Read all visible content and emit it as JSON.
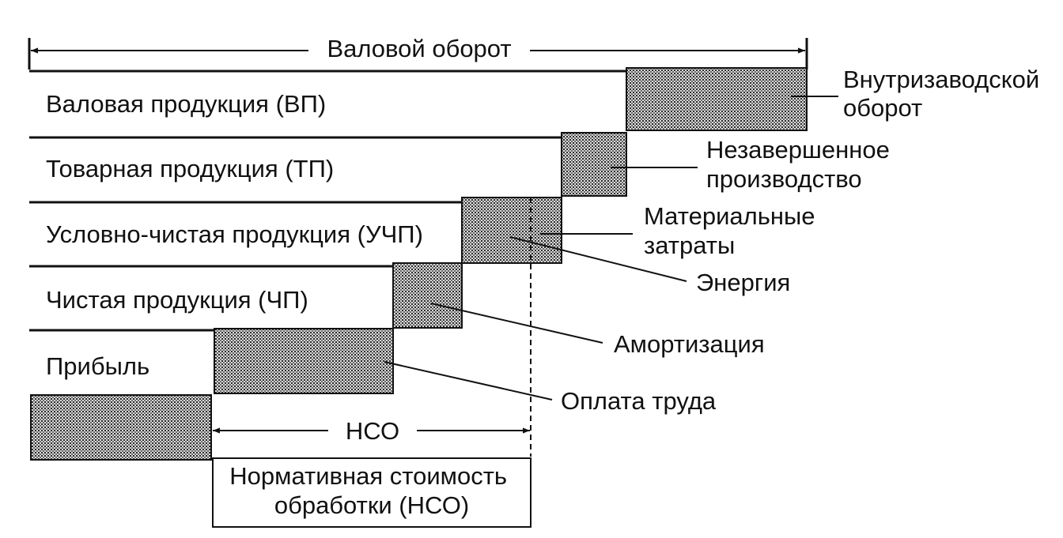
{
  "top_label": "Валовой оборот",
  "rows": [
    "Валовая продукция (ВП)",
    "Товарная продукция (ТП)",
    "Условно-чистая продукция (УЧП)",
    "Чистая продукция (ЧП)",
    "Прибыль"
  ],
  "callouts": [
    {
      "lines": [
        "Внутризаводской",
        "оборот"
      ]
    },
    {
      "lines": [
        "Незавершенное",
        "производство"
      ]
    },
    {
      "lines": [
        "Материальные",
        "затраты"
      ]
    },
    {
      "lines": [
        "Энергия"
      ]
    },
    {
      "lines": [
        "Амортизация"
      ]
    },
    {
      "lines": [
        "Оплата труда"
      ]
    }
  ],
  "nso_label": "НСО",
  "nso_box": [
    "Нормативная стоимость",
    "обработки (НСО)"
  ]
}
